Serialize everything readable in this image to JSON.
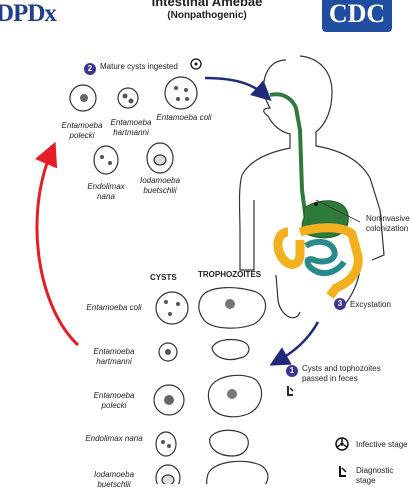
{
  "header": {
    "logo_left": "DPDx",
    "title": "Intestinal Amebae",
    "subtitle": "(Nonpathogenic)",
    "logo_right": "CDC"
  },
  "step2": {
    "number": "2",
    "label": "Mature cysts ingested"
  },
  "top_cysts": [
    {
      "name": "Entamoeba polecki"
    },
    {
      "name": "Entamoeba hartmanni"
    },
    {
      "name": "Entamoeba coli"
    },
    {
      "name": "Endolimax nana"
    },
    {
      "name": "Iodamoeba buetschlii"
    }
  ],
  "annotation_colonization": "Noninvasive colonization",
  "step3": {
    "number": "3",
    "label": "Excystation"
  },
  "step1": {
    "number": "1",
    "label": "Cysts and tophozoites passed in feces"
  },
  "table_headers": {
    "cysts": "CYSTS",
    "trophozoites": "TROPHOZOITES"
  },
  "table_rows": [
    {
      "name": "Entamoeba coli"
    },
    {
      "name": "Entamoeba hartmanni"
    },
    {
      "name": "Entamoeba polecki"
    },
    {
      "name": "Endolimax nana"
    },
    {
      "name": "Iodamoeba buetschlii"
    }
  ],
  "legend": {
    "infective": "Infective stage",
    "diagnostic": "Diagnostic stage"
  },
  "colors": {
    "arrow_blue": "#1f2a7a",
    "arrow_red": "#e31e26",
    "esophagus_green": "#2e7a3a",
    "colon_yellow": "#f2b01e",
    "small_intestine_teal": "#2a8a8a",
    "badge_purple": "#3d3690"
  }
}
